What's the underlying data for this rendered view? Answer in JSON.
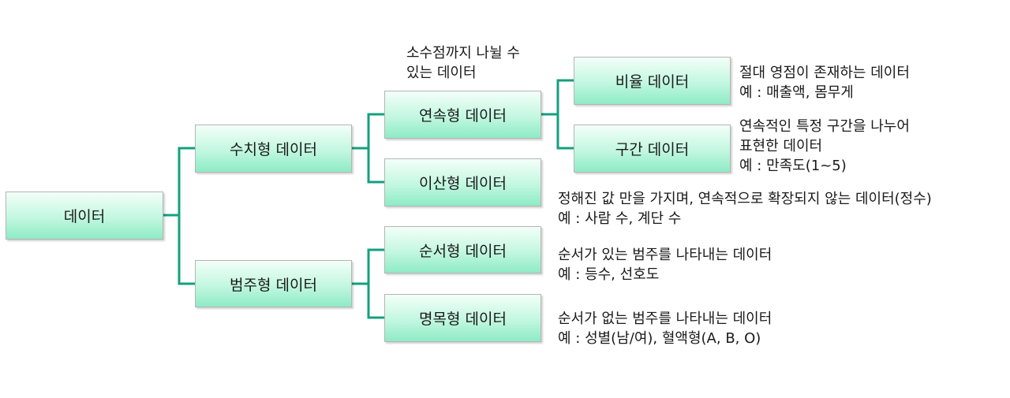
{
  "nodes": {
    "root": "데이터",
    "numeric": "수치형 데이터",
    "categorical": "범주형 데이터",
    "continuous": "연속형 데이터",
    "discrete": "이산형 데이터",
    "ordinal": "순서형 데이터",
    "nominal": "명목형 데이터",
    "ratio": "비율 데이터",
    "interval": "구간 데이터"
  },
  "notes": {
    "continuous": [
      "소수점까지 나뉠 수",
      "있는 데이터"
    ],
    "ratio": [
      "절대 영점이 존재하는 데이터",
      "예 : 매출액, 몸무게"
    ],
    "interval": [
      "연속적인 특정 구간을 나누어",
      "표현한 데이터",
      "예 : 만족도(1~5)"
    ],
    "discrete": [
      "정해진 값 만을 가지며, 연속적으로 확장되지 않는 데이터(정수)",
      "예 : 사람 수, 계단 수"
    ],
    "ordinal": [
      "순서가 있는 범주를 나타내는 데이터",
      "예 : 등수, 선호도"
    ],
    "nominal": [
      "순서가 없는 범주를 나타내는 데이터",
      "예 : 성별(남/여), 혈액형(A, B, O)"
    ]
  }
}
